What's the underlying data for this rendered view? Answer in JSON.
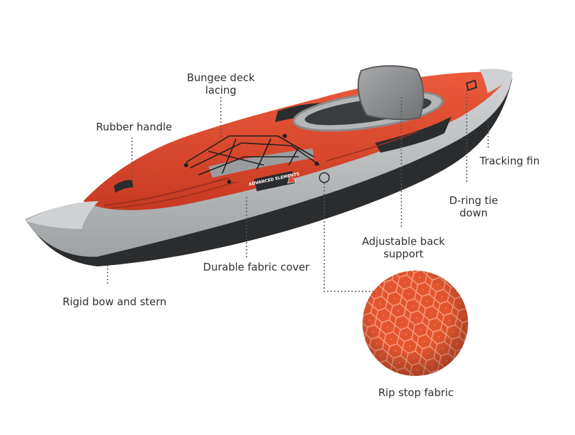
{
  "diagram": {
    "colors": {
      "hull_red": "#e2462c",
      "hull_red_dark": "#b8321d",
      "hull_gray": "#b9bcbe",
      "hull_dark": "#2a2c2e",
      "seat_gray": "#8e9092",
      "leader_line": "#555555",
      "label_text": "#2e2e2e"
    },
    "brand_mark": "ADVANCED ELEMENTS",
    "labels": {
      "bungee": [
        "Bungee deck",
        "lacing"
      ],
      "rubber_handle": "Rubber handle",
      "tracking_fin": "Tracking fin",
      "d_ring": [
        "D-ring tie",
        "down"
      ],
      "adjustable_back": [
        "Adjustable back",
        "support"
      ],
      "durable_cover": "Durable fabric cover",
      "rigid_bow": "Rigid bow and stern",
      "rip_stop": "Rip stop fabric"
    }
  }
}
